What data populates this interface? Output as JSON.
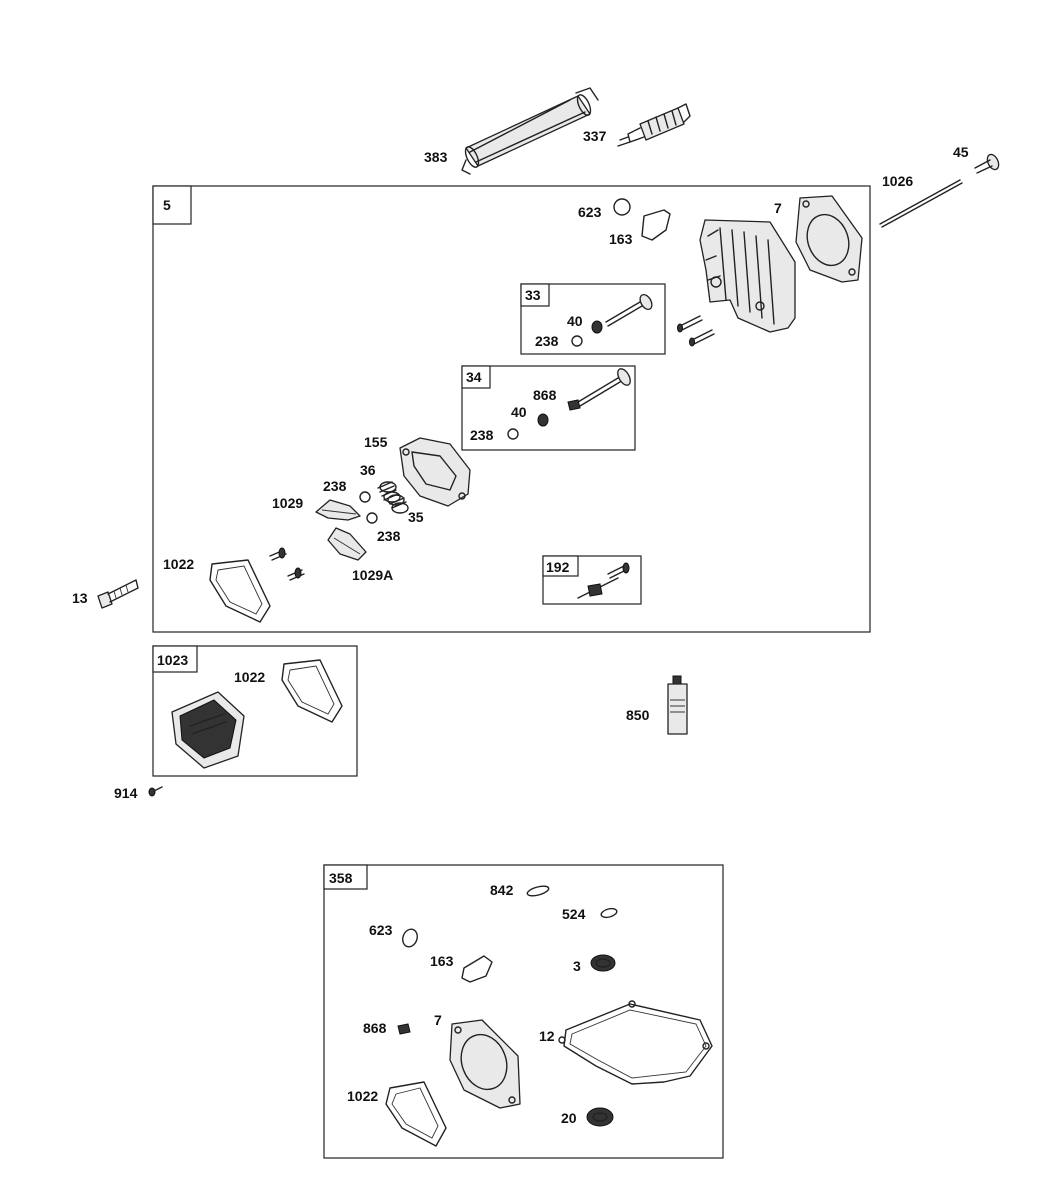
{
  "diagram": {
    "callouts": {
      "c383": "383",
      "c337": "337",
      "c45": "45",
      "c1026": "1026",
      "c13": "13",
      "c914": "914",
      "c850": "850",
      "c623a": "623",
      "c163a": "163",
      "c7a": "7",
      "c40a": "40",
      "c238a": "238",
      "c868a": "868",
      "c40b": "40",
      "c238b": "238",
      "c155": "155",
      "c36": "36",
      "c238c": "238",
      "c1029": "1029",
      "c35": "35",
      "c238d": "238",
      "c1029a": "1029A",
      "c1022a": "1022",
      "c1022b": "1022",
      "c842": "842",
      "c524": "524",
      "c623b": "623",
      "c163b": "163",
      "c3": "3",
      "c868b": "868",
      "c7b": "7",
      "c12": "12",
      "c1022c": "1022",
      "c20": "20"
    },
    "group_tags": {
      "g5": "5",
      "g33": "33",
      "g34": "34",
      "g192": "192",
      "g1023": "1023",
      "g358": "358"
    }
  }
}
